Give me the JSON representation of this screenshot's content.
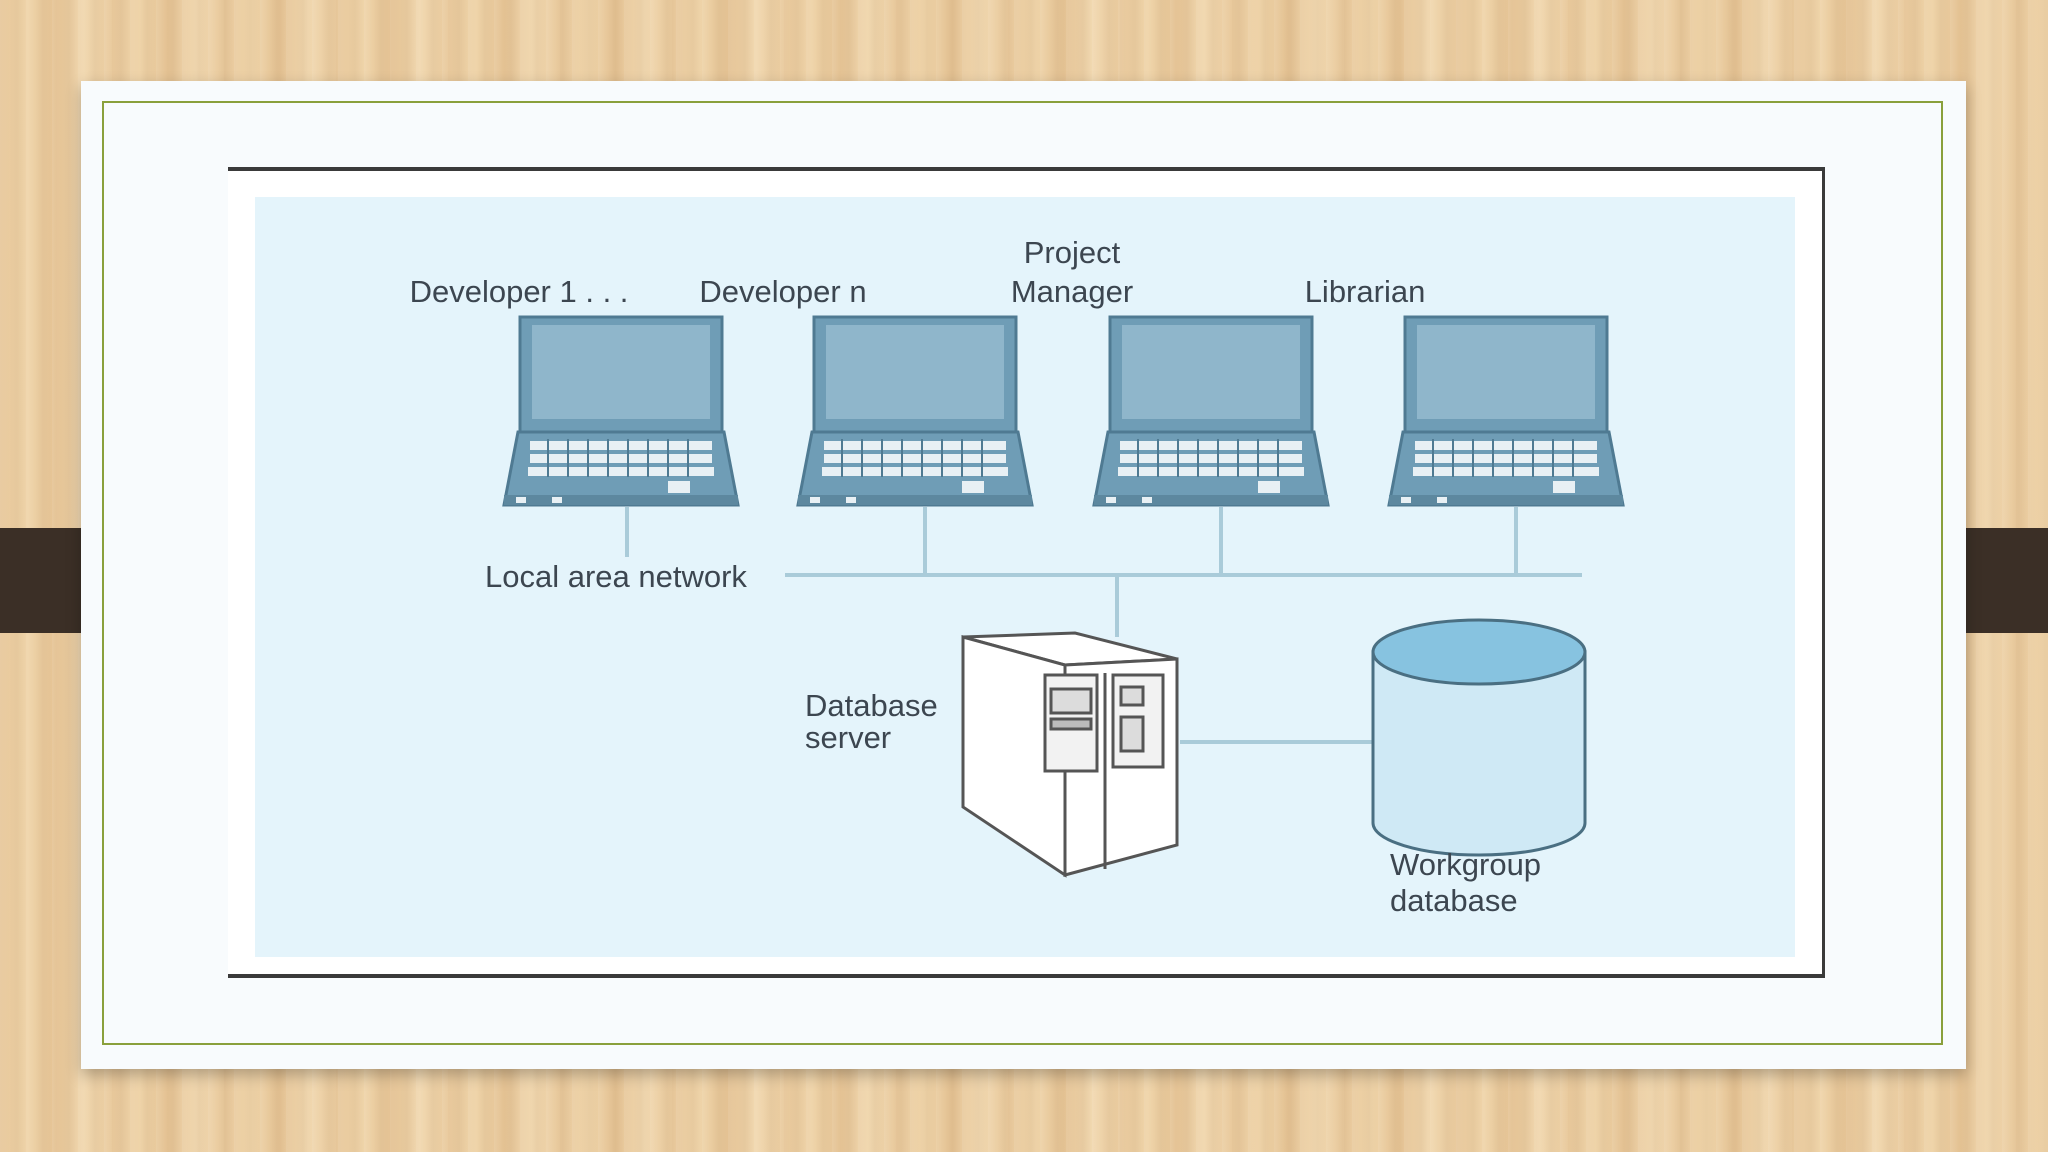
{
  "diagram": {
    "workstations": [
      {
        "label": "Developer 1 .  .  ."
      },
      {
        "label": "Developer n"
      },
      {
        "label_line1": "Project",
        "label_line2": "Manager"
      },
      {
        "label": "Librarian"
      }
    ],
    "network_label": "Local area network",
    "server_label_line1": "Database",
    "server_label_line2": "server",
    "database_label_line1": "Workgroup",
    "database_label_line2": "database"
  },
  "colors": {
    "panel_bg": "#e4f4fb",
    "laptop_body": "#6f9db6",
    "laptop_screen": "#8fb6cb",
    "network_line": "#a9cbd9",
    "cylinder_fill": "#cfe9f5",
    "cylinder_top": "#87c3e0"
  }
}
